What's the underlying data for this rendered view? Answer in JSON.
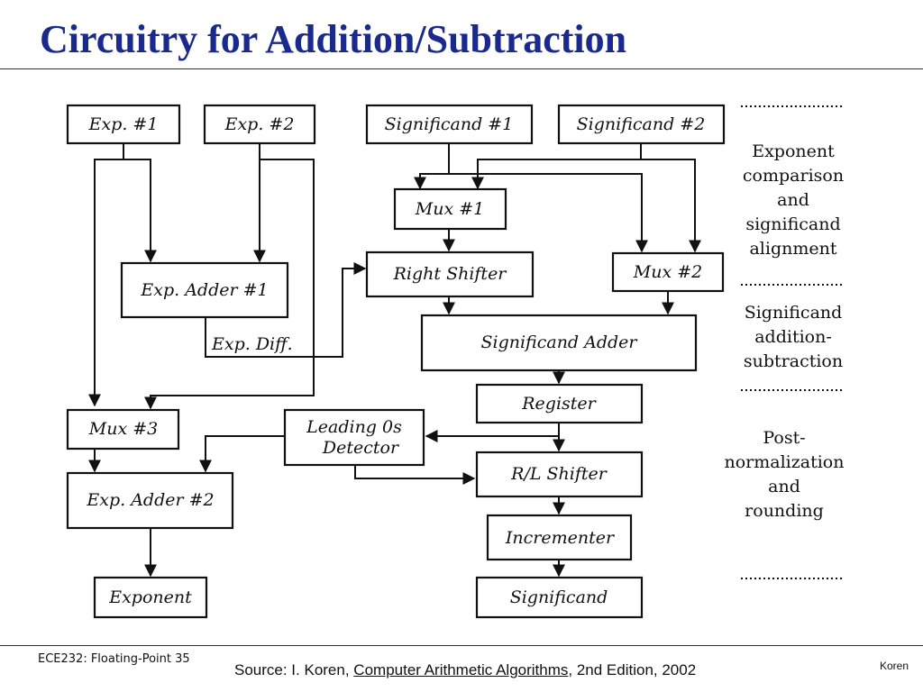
{
  "title": "Circuitry for Addition/Subtraction",
  "blocks": {
    "exp1": "Exp.  #1",
    "exp2": "Exp.  #2",
    "sig1": "Significand #1",
    "sig2": "Significand #2",
    "mux1": "Mux #1",
    "mux2": "Mux #2",
    "mux3": "Mux #3",
    "exp_adder1": "Exp.  Adder #1",
    "exp_diff": "Exp.  Diff.",
    "right_shifter": "Right Shifter",
    "sig_adder": "Significand Adder",
    "register": "Register",
    "leading_zeros": [
      "Leading 0s",
      "Detector"
    ],
    "rl_shifter": "R/L Shifter",
    "exp_adder2": "Exp.  Adder #2",
    "incrementer": "Incrementer",
    "exponent_out": "Exponent",
    "significand_out": "Significand"
  },
  "stages": [
    [
      "Exponent",
      "comparison",
      "and",
      "significand",
      "alignment"
    ],
    [
      "Significand",
      "addition-",
      "subtraction"
    ],
    [
      "Post-",
      "normalization",
      "and",
      "rounding"
    ]
  ],
  "footer": {
    "slide": "ECE232: Floating-Point 35",
    "source_prefix": "Source: I. Koren, ",
    "source_book": "Computer Arithmetic Algorithms",
    "source_suffix": ", 2nd Edition, 2002",
    "author": "Koren"
  }
}
